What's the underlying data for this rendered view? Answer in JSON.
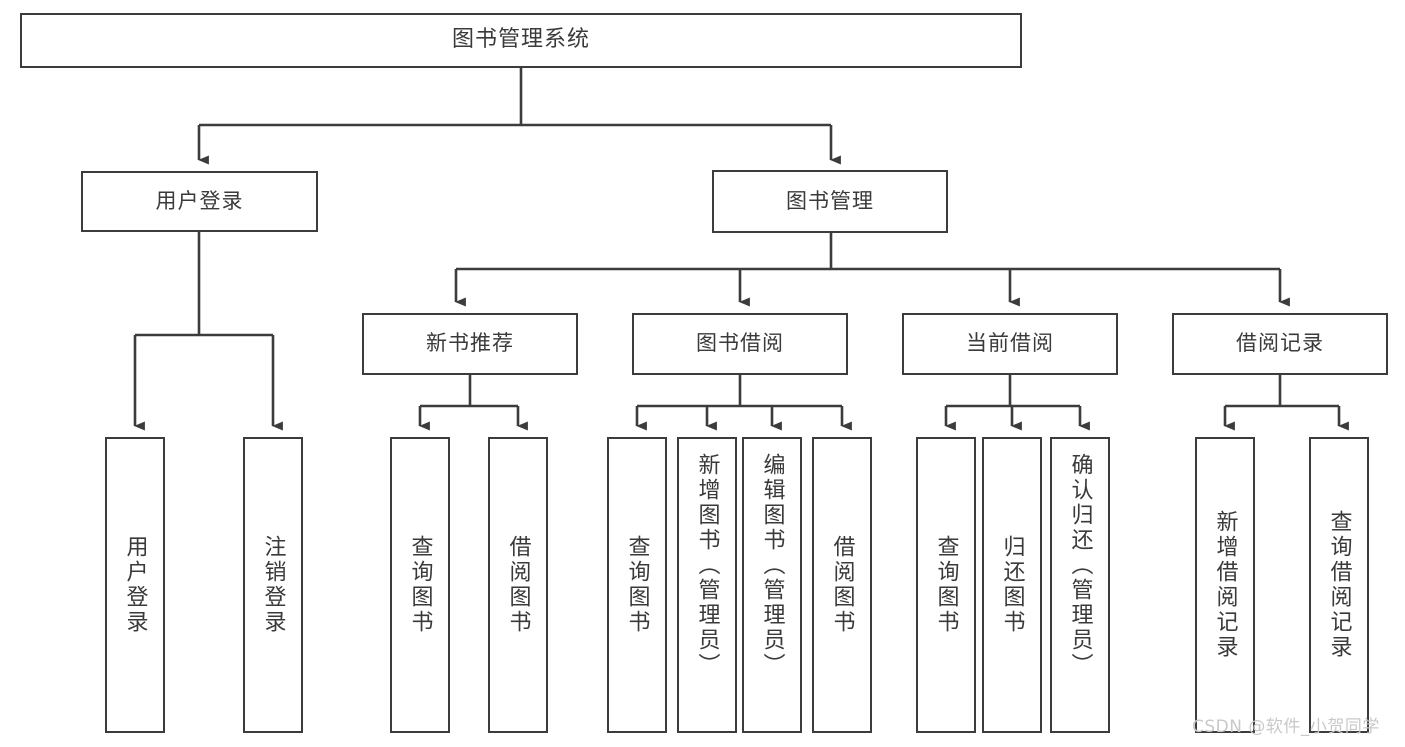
{
  "diagram": {
    "title": "图书管理系统",
    "type": "functional-structure-tree",
    "background_color": "#ffffff",
    "node_border_color": "#3c3c3c",
    "text_color": "#3a3a3a",
    "edge_color": "#3c3c3c"
  },
  "root": {
    "label": "图书管理系统"
  },
  "level1": [
    {
      "label": "用户登录"
    },
    {
      "label": "图书管理"
    }
  ],
  "level2": [
    {
      "label": "新书推荐"
    },
    {
      "label": "图书借阅"
    },
    {
      "label": "当前借阅"
    },
    {
      "label": "借阅记录"
    }
  ],
  "leaves": {
    "user_login": [
      {
        "label": "用户登录"
      },
      {
        "label": "注销登录"
      }
    ],
    "new_book_recommend": [
      {
        "label": "查询图书"
      },
      {
        "label": "借阅图书"
      }
    ],
    "book_borrow": [
      {
        "label": "查询图书"
      },
      {
        "label": "新增图书（管理员）"
      },
      {
        "label": "编辑图书（管理员）"
      },
      {
        "label": "借阅图书"
      }
    ],
    "current_borrow": [
      {
        "label": "查询图书"
      },
      {
        "label": "归还图书"
      },
      {
        "label": "确认归还（管理员）"
      }
    ],
    "borrow_record": [
      {
        "label": "新增借阅记录"
      },
      {
        "label": "查询借阅记录"
      }
    ]
  },
  "watermark": {
    "text": "CSDN @软件_小贺同学",
    "color": "#c9c9c9"
  }
}
